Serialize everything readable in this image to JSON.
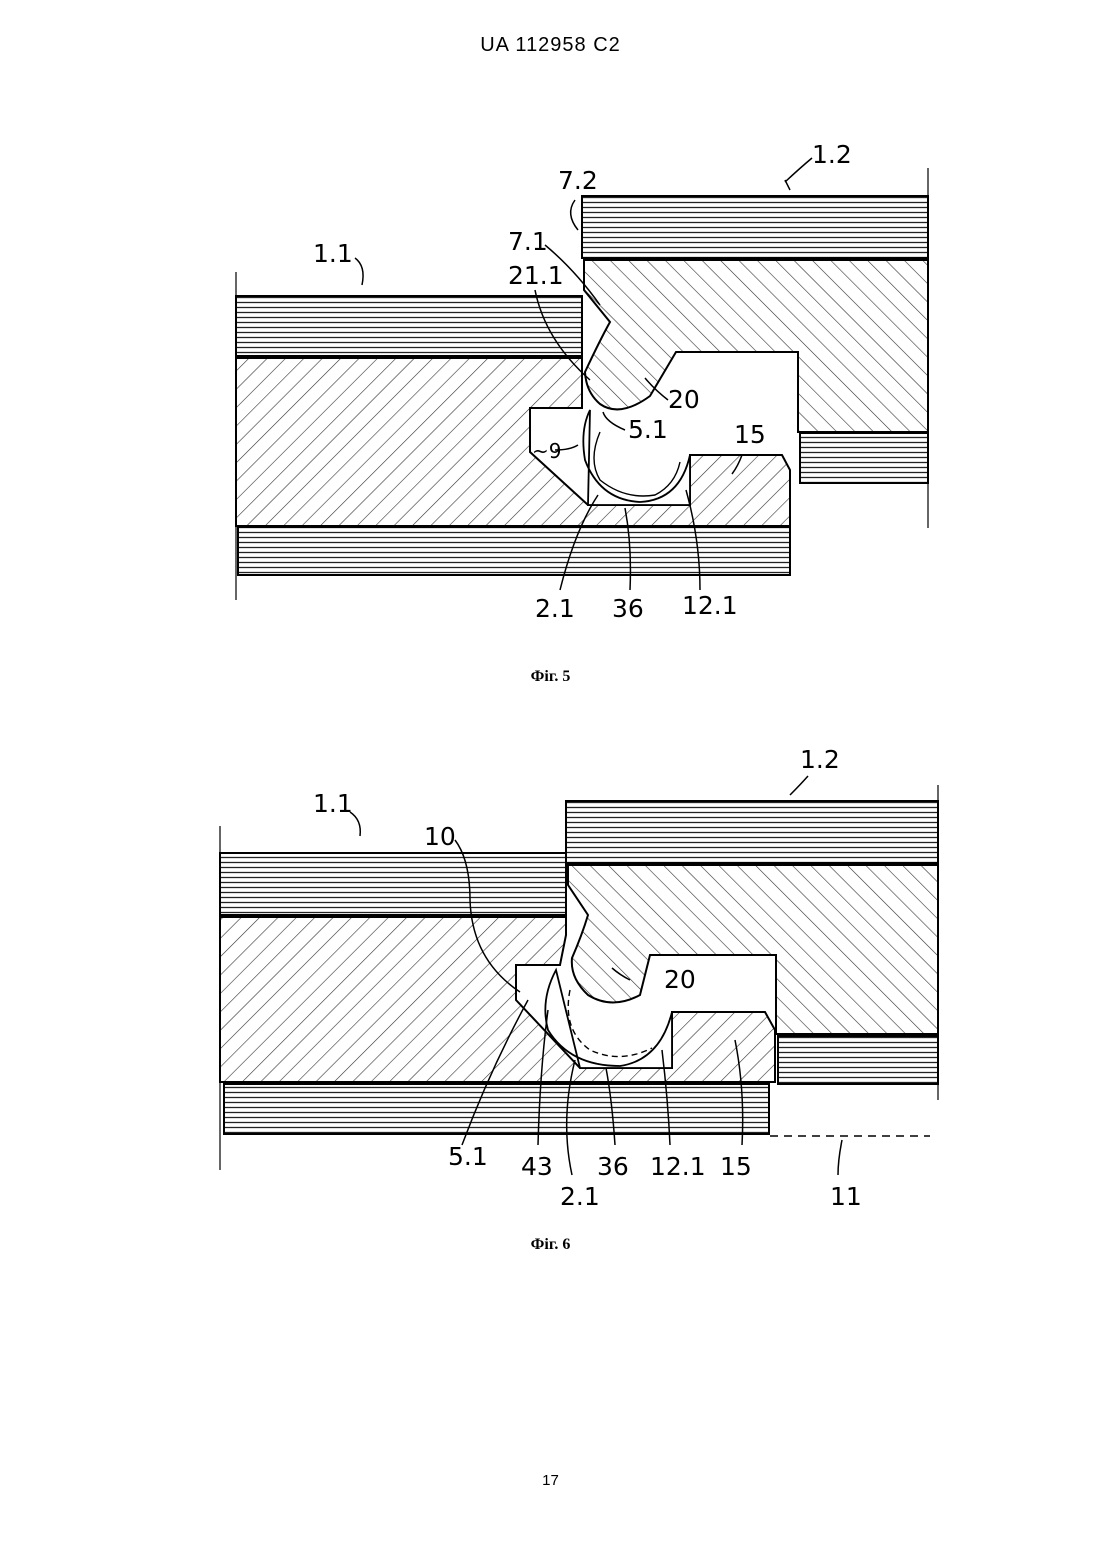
{
  "header": {
    "patent_number": "UA   112958   C2"
  },
  "figures": [
    {
      "caption": "Фіг. 5",
      "labels": {
        "l_1_1": "1.1",
        "l_1_2": "1.2",
        "l_7_2": "7.2",
        "l_7_1": "7.1",
        "l_21_1": "21.1",
        "l_20": "20",
        "l_5_1": "5.1",
        "l_9": "~9",
        "l_15": "15",
        "l_2_1": "2.1",
        "l_36": "36",
        "l_12_1": "12.1"
      }
    },
    {
      "caption": "Фіг. 6",
      "labels": {
        "l_1_1": "1.1",
        "l_1_2": "1.2",
        "l_10": "10",
        "l_20": "20",
        "l_5_1": "5.1",
        "l_43": "43",
        "l_2_1": "2.1",
        "l_36": "36",
        "l_12_1": "12.1",
        "l_15": "15",
        "l_11": "11"
      }
    }
  ],
  "footer": {
    "page_number": "17"
  }
}
